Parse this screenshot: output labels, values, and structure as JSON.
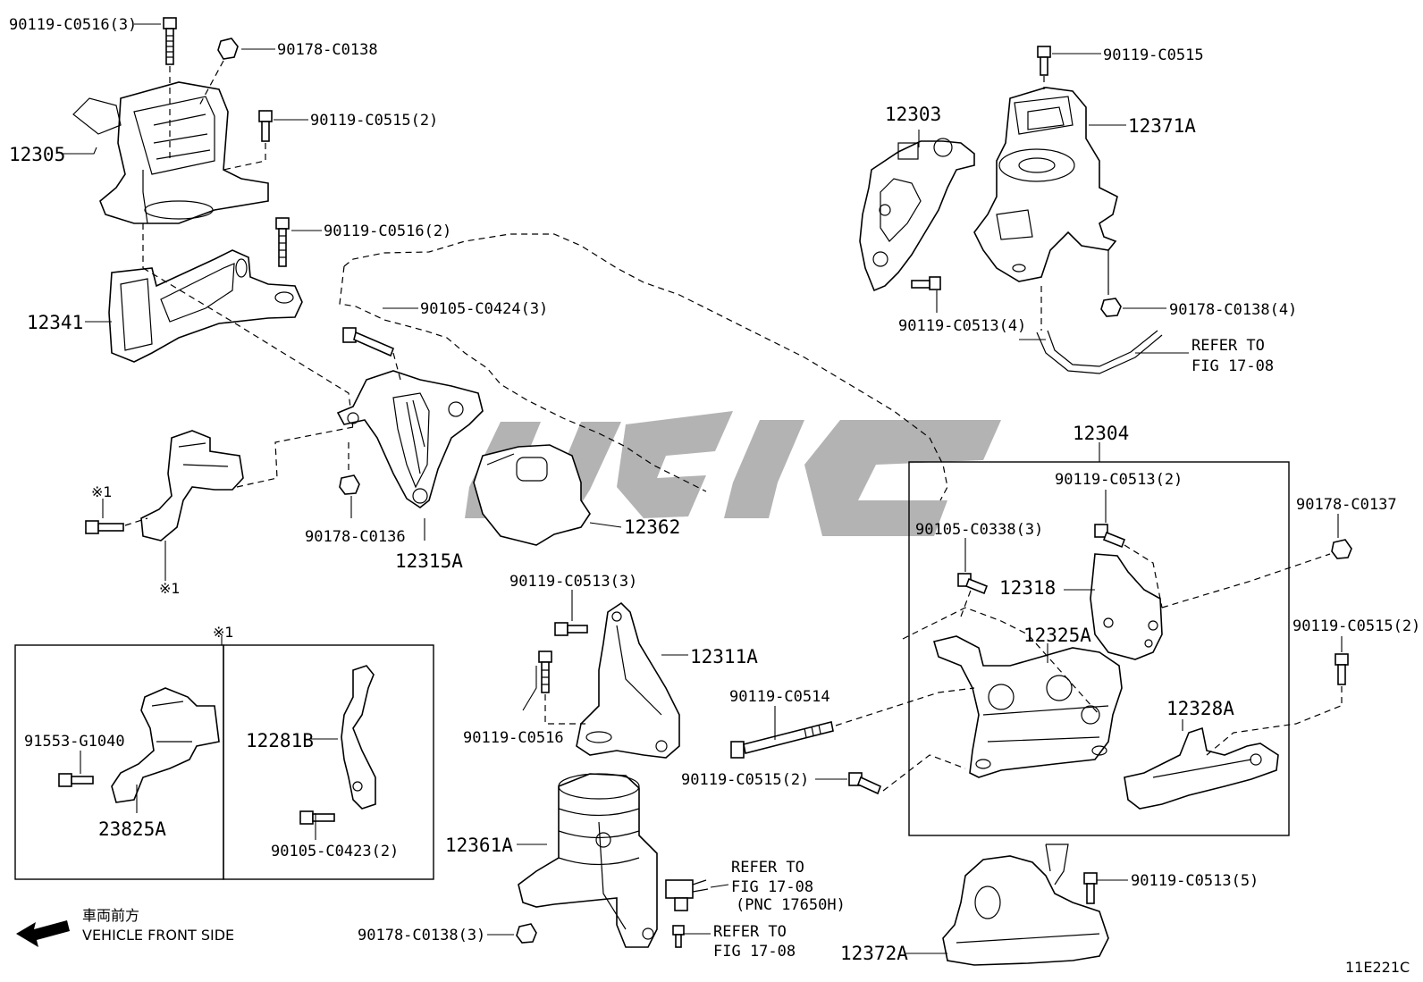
{
  "diagram_id": "11E221C",
  "vehicle_front": {
    "jp": "車両前方",
    "en": "VEHICLE FRONT SIDE"
  },
  "marker": "※1",
  "refer": {
    "r1": [
      "REFER TO",
      "FIG 17-08"
    ],
    "r2": [
      "REFER TO",
      "FIG 17-08",
      "(PNC 17650H)"
    ],
    "r3": [
      "REFER TO",
      "FIG 17-08"
    ]
  },
  "parts": {
    "p12305": "12305",
    "p12341": "12341",
    "p12303": "12303",
    "p12371A": "12371A",
    "p12315A": "12315A",
    "p12362": "12362",
    "p12304": "12304",
    "p12318": "12318",
    "p12325A": "12325A",
    "p12328A": "12328A",
    "p12311A": "12311A",
    "p12361A": "12361A",
    "p12372A": "12372A",
    "p12281B": "12281B",
    "p23825A": "23825A"
  },
  "fasteners": {
    "f1": "90119-C0516(3)",
    "f2": "90178-C0138",
    "f3": "90119-C0515(2)",
    "f4": "90119-C0516(2)",
    "f5": "90105-C0424(3)",
    "f6": "90178-C0136",
    "f7": "90119-C0515",
    "f8": "90119-C0513(4)",
    "f9": "90178-C0138(4)",
    "f10": "90119-C0513(2)",
    "f11": "90105-C0338(3)",
    "f12": "90178-C0137",
    "f13": "90119-C0515(2)",
    "f14": "90119-C0513(3)",
    "f15": "90119-C0516",
    "f16": "90119-C0514",
    "f17": "90119-C0515(2)",
    "f18": "91553-G1040",
    "f19": "90105-C0423(2)",
    "f20": "90178-C0138(3)",
    "f21": "90119-C0513(5)"
  },
  "icons": {
    "arrow": "left-arrow-icon",
    "bolt": "bolt-icon",
    "nut": "nut-icon"
  }
}
